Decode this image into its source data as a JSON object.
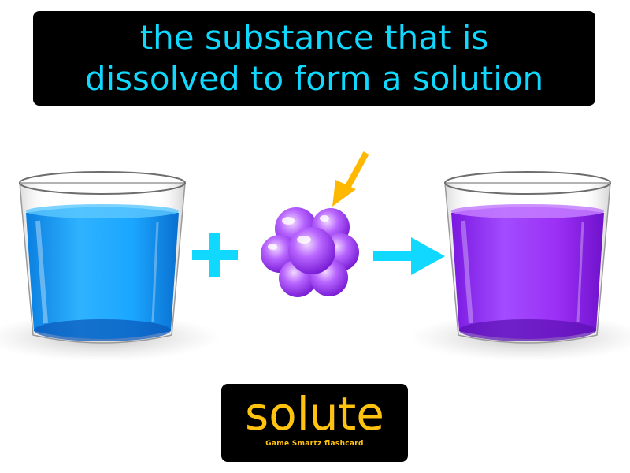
{
  "definition": {
    "line1": "the substance that is",
    "line2": "dissolved to form a solution"
  },
  "term": "solute",
  "credit": "Game Smartz  flashcard",
  "colors": {
    "definition_text": "#10d8ff",
    "term_text": "#ffc20e",
    "plus_symbol": "#10d8ff",
    "arrow_symbol": "#10d8ff",
    "pointer_arrow": "#ffb800",
    "solvent_liquid": "#1aa6ff",
    "solute_particles": "#a040f0",
    "solution_liquid": "#9b2ff5"
  },
  "icons": [
    "glass-of-solvent-icon",
    "plus-icon",
    "solute-cluster-icon",
    "pointer-arrow-icon",
    "right-arrow-icon",
    "glass-of-solution-icon"
  ]
}
